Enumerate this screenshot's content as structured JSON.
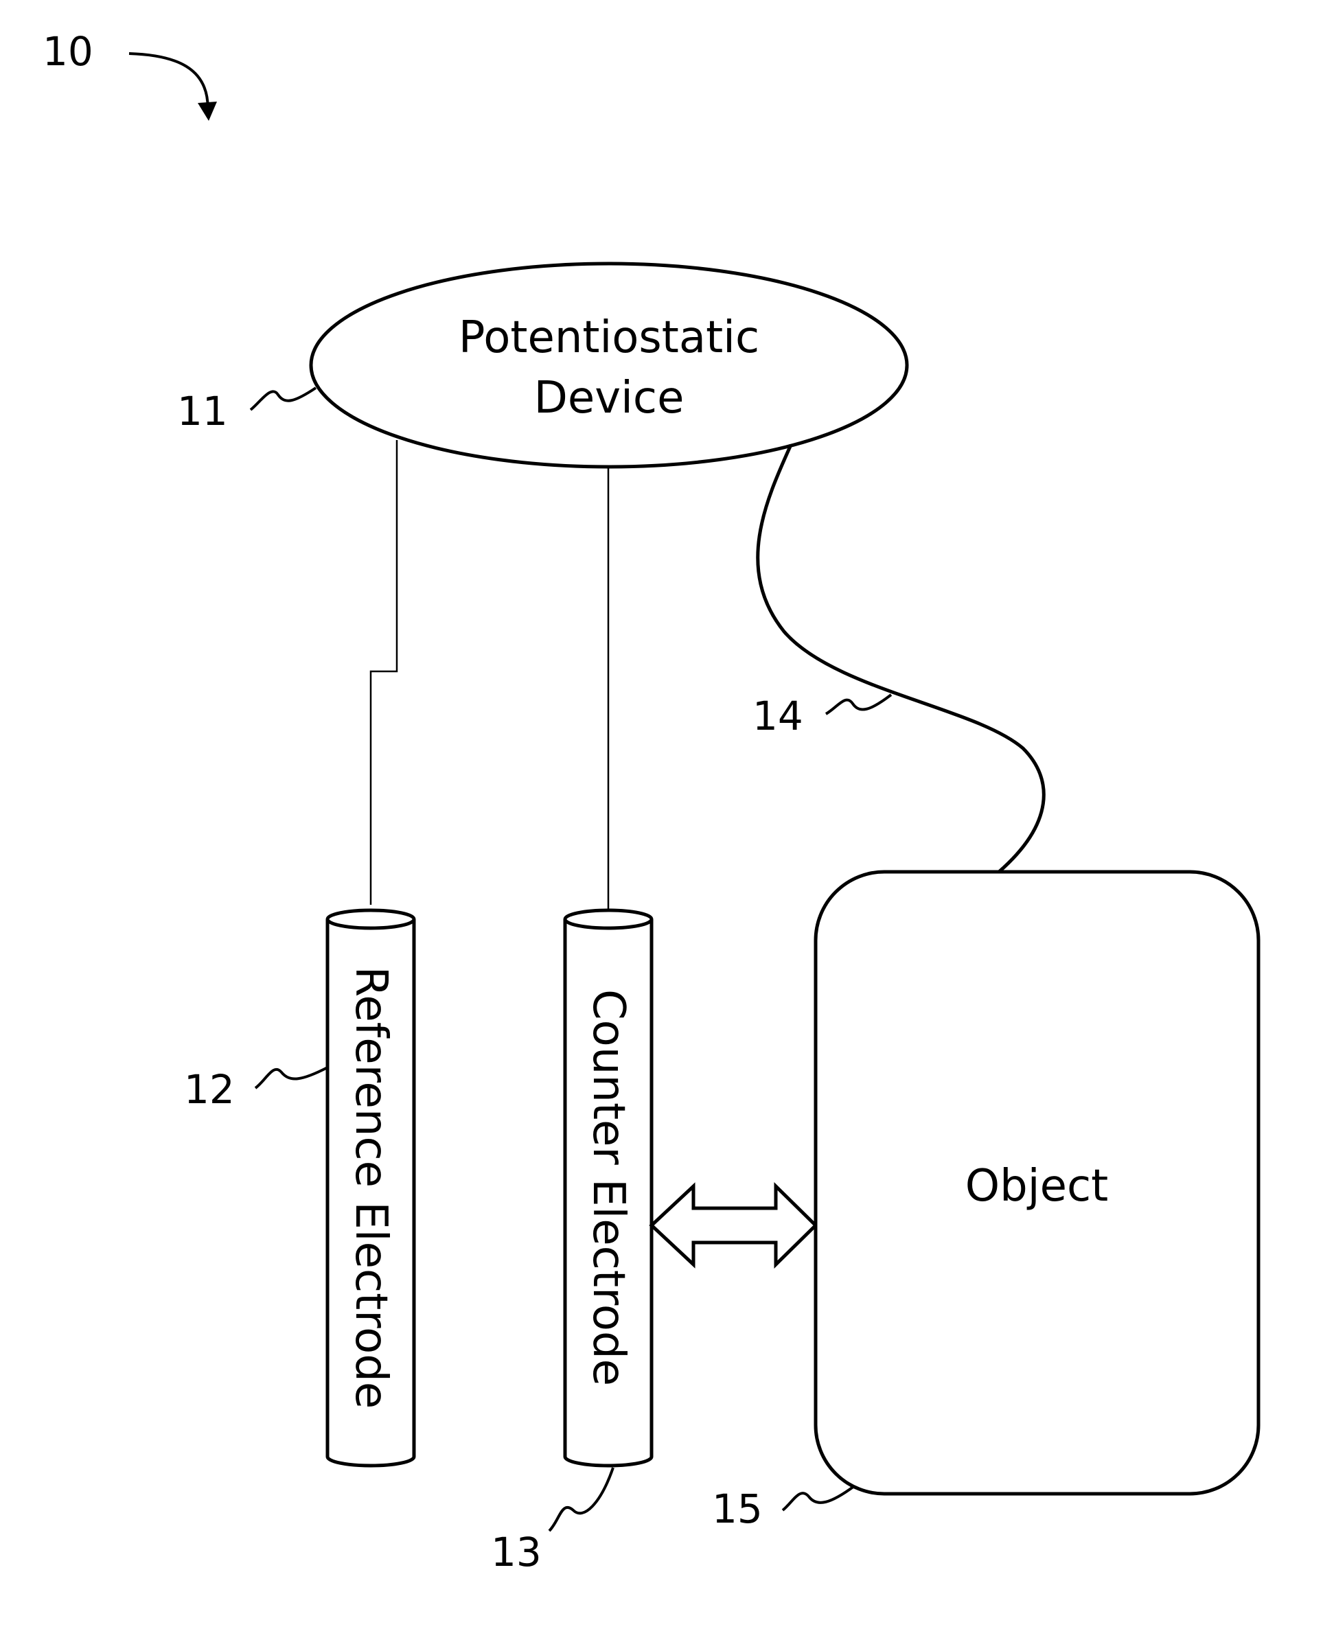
{
  "figure": {
    "ref": "10"
  },
  "potentiostatic_device": {
    "ref": "11",
    "label_line1": "Potentiostatic",
    "label_line2": "Device"
  },
  "reference_electrode": {
    "ref": "12",
    "label": "Reference Electrode"
  },
  "counter_electrode": {
    "ref": "13",
    "label": "Counter Electrode"
  },
  "cable": {
    "ref": "14"
  },
  "object": {
    "ref": "15",
    "label": "Object"
  }
}
